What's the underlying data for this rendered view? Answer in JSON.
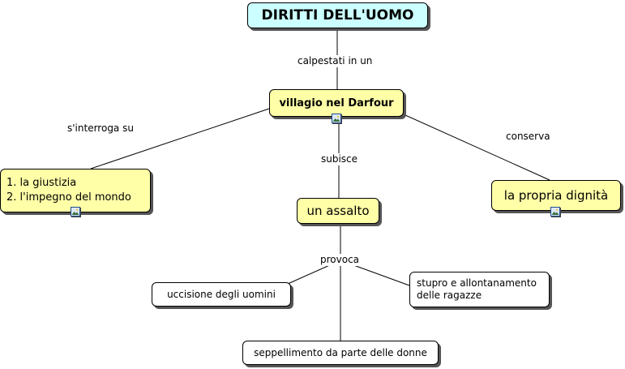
{
  "concepts": {
    "root": "DIRITTI DELL'UOMO",
    "village": "villagio nel Darfour",
    "questions": [
      "1. la giustizia",
      "2. l'impegno del mondo"
    ],
    "assault": "un assalto",
    "dignity": "la propria dignità",
    "killing": "uccisione degli uomini",
    "rape": [
      "stupro e allontanamento",
      "delle ragazze"
    ],
    "burial": "seppellimento da parte delle donne"
  },
  "links": {
    "trampled": "calpestati in un",
    "wonders": "s'interroga su",
    "suffers": "subisce",
    "preserves": "conserva",
    "causes": "provoca"
  },
  "icons": {
    "resource": "image-resource-icon"
  },
  "colors": {
    "root_fill": "#ccffff",
    "concept_fill": "#ffffa8",
    "leaf_fill": "#ffffff"
  }
}
